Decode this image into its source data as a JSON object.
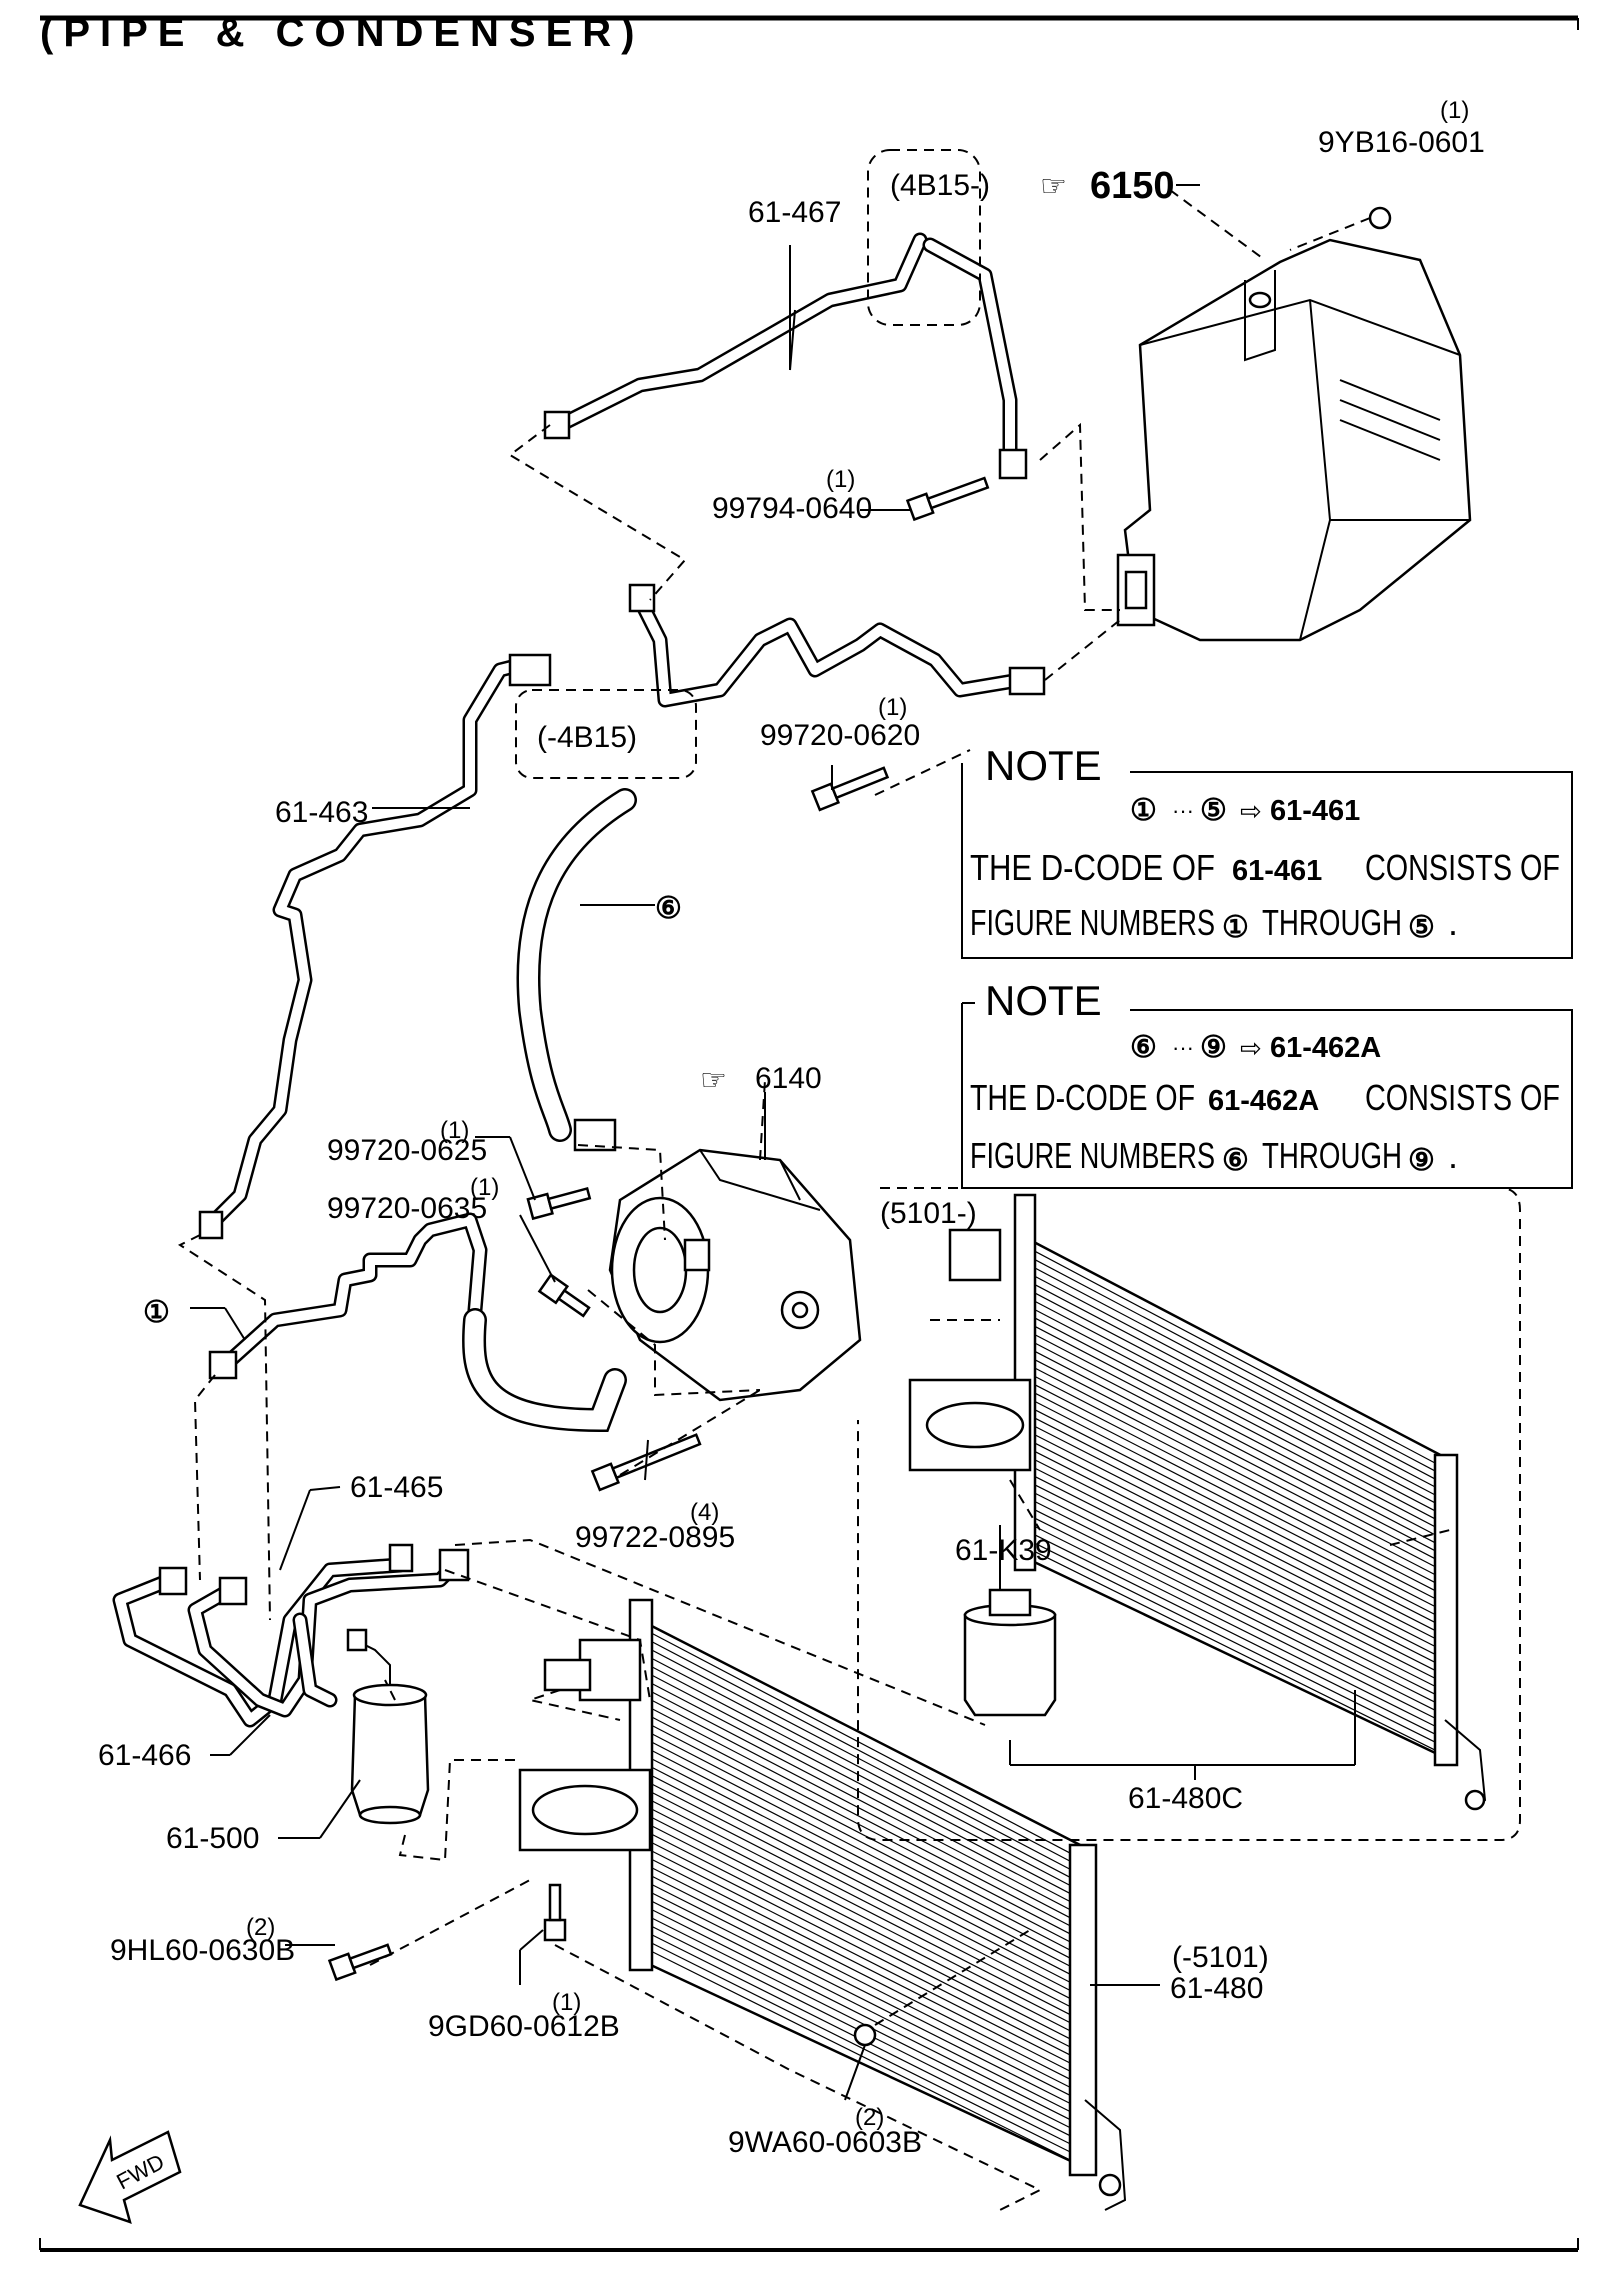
{
  "title": "(PIPE & CONDENSER)",
  "callouts": {
    "p61_467": "61-467",
    "p61_463": "61-463",
    "p61_465": "61-465",
    "p61_466": "61-466",
    "p61_500": "61-500",
    "p61_480": "61-480",
    "p61_480_range": "(-5101)",
    "p61_k39": "61-K39",
    "p61_480c": "61-480C",
    "range_4b15_after": "(4B15-)",
    "range_4b15_before": "(-4B15)",
    "range_5101_after": "(5101-)",
    "ref_6150": "6150",
    "ref_6140": "6140",
    "fig1": "①",
    "fig6": "⑥"
  },
  "fasteners": [
    {
      "code": "9YB16-0601",
      "qty": "(1)"
    },
    {
      "code": "99794-0640",
      "qty": "(1)"
    },
    {
      "code": "99720-0620",
      "qty": "(1)"
    },
    {
      "code": "99720-0625",
      "qty": "(1)"
    },
    {
      "code": "99720-0635",
      "qty": "(1)"
    },
    {
      "code": "99722-0895",
      "qty": "(4)"
    },
    {
      "code": "9HL60-0630B",
      "qty": "(2)"
    },
    {
      "code": "9GD60-0612B",
      "qty": "(1)"
    },
    {
      "code": "9WA60-0603B",
      "qty": "(2)"
    }
  ],
  "notes": [
    {
      "heading": "NOTE",
      "range_from": "①",
      "range_sep": "···",
      "range_to": "⑤",
      "arrow": "⇨",
      "code": "61-461",
      "line1_a": "THE D-CODE OF",
      "line1_code": "61-461",
      "line1_b": "CONSISTS OF",
      "line2_a": "FIGURE NUMBERS",
      "line2_from": "①",
      "line2_mid": "THROUGH",
      "line2_to": "⑤",
      "line2_end": "."
    },
    {
      "heading": "NOTE",
      "range_from": "⑥",
      "range_sep": "···",
      "range_to": "⑨",
      "arrow": "⇨",
      "code": "61-462A",
      "line1_a": "THE D-CODE OF",
      "line1_code": "61-462A",
      "line1_b": "CONSISTS OF",
      "line2_a": "FIGURE NUMBERS",
      "line2_from": "⑥",
      "line2_mid": "THROUGH",
      "line2_to": "⑨",
      "line2_end": "."
    }
  ],
  "fwd": "FWD",
  "ref_icon": "pointing-hand-icon"
}
